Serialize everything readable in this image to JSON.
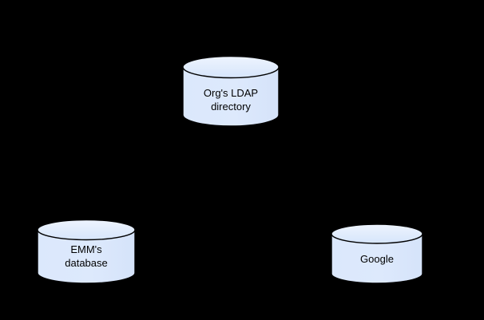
{
  "diagram": {
    "background_color": "#000000",
    "shape_fill_color": "#dae8fc",
    "shape_stroke_color": "#000000",
    "shape_top_highlight_color": "#eef4fe",
    "label_text_color": "#000000",
    "nodes": [
      {
        "id": "ldap",
        "shape": "cylinder",
        "name": "org-ldap-directory",
        "lines": [
          "Org's LDAP",
          "directory"
        ]
      },
      {
        "id": "emm",
        "shape": "cylinder",
        "name": "emm-database",
        "lines": [
          "EMM's",
          "database"
        ]
      },
      {
        "id": "google",
        "shape": "cylinder",
        "name": "google",
        "lines": [
          "Google"
        ]
      }
    ]
  }
}
